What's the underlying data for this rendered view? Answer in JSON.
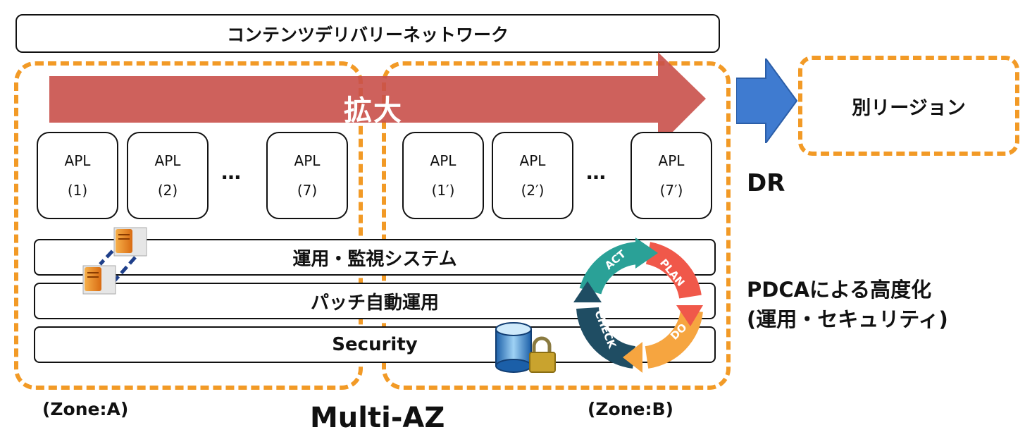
{
  "header": {
    "cdn_label": "コンテンツデリバリーネットワーク"
  },
  "expand_label": "拡大",
  "other_region": "別リージョン",
  "dr_label": "DR",
  "zone_a": {
    "label": "(Zone:A)",
    "apps": [
      {
        "name": "APL",
        "num": "(1)"
      },
      {
        "name": "APL",
        "num": "(2)"
      },
      {
        "name": "APL",
        "num": "(7)"
      }
    ],
    "ellipsis": "…"
  },
  "zone_b": {
    "label": "(Zone:B)",
    "apps": [
      {
        "name": "APL",
        "num": "(1′)"
      },
      {
        "name": "APL",
        "num": "(2′)"
      },
      {
        "name": "APL",
        "num": "(7′)"
      }
    ],
    "ellipsis": "…"
  },
  "layers": {
    "ops": "運用・監視システム",
    "patch": "パッチ自動運用",
    "security": "Security"
  },
  "multi_az": "Multi-AZ",
  "pdca": {
    "line1": "PDCAによる高度化",
    "line2": "(運用・セキュリティ)",
    "segments": [
      "ACT",
      "PLAN",
      "DO",
      "CHECK"
    ]
  },
  "colors": {
    "zone_border": "#f29a26",
    "expand_arrow": "#c9504a",
    "dr_arrow": "#3f7bd0",
    "pdca_act": "#2aa197",
    "pdca_plan": "#f0584a",
    "pdca_do": "#f6a540",
    "pdca_check": "#1f4d63"
  }
}
